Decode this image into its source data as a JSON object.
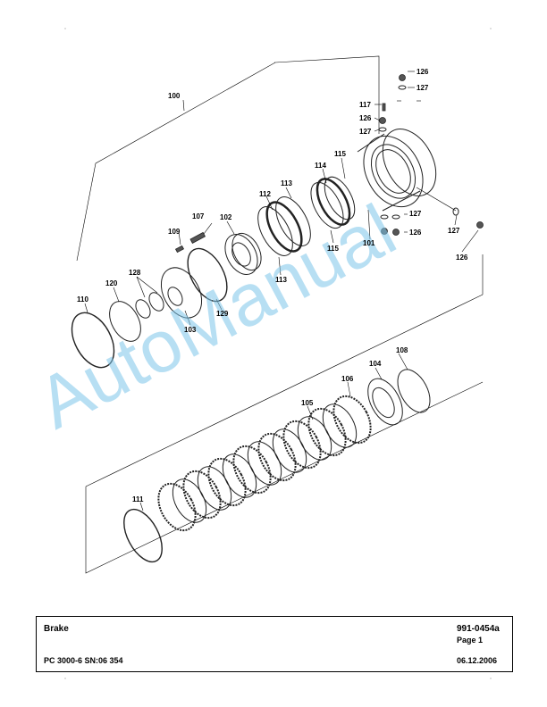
{
  "watermark": "AutoManual",
  "callouts": {
    "c100": "100",
    "c101": "101",
    "c102": "102",
    "c103": "103",
    "c104": "104",
    "c105": "105",
    "c106": "106",
    "c107": "107",
    "c108": "108",
    "c109": "109",
    "c110": "110",
    "c111": "111",
    "c112": "112",
    "c113a": "113",
    "c113b": "113",
    "c114": "114",
    "c115a": "115",
    "c115b": "115",
    "c117": "117",
    "c120": "120",
    "c126a": "126",
    "c126b": "126",
    "c126c": "126",
    "c126d": "126",
    "c127a": "127",
    "c127b": "127",
    "c127c": "127",
    "c127d": "127",
    "c128": "128",
    "c129": "129"
  },
  "title_block": {
    "title": "Brake",
    "drawing_number": "991-0454a",
    "page": "Page 1",
    "model": "PC 3000-6 SN:06 354",
    "date": "06.12.2006"
  }
}
